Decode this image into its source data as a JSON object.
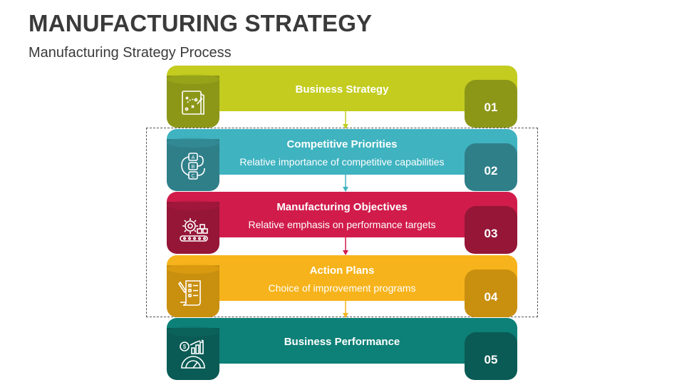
{
  "header": {
    "title": "MANUFACTURING STRATEGY",
    "subtitle": "Manufacturing Strategy Process"
  },
  "steps": [
    {
      "title": "Business Strategy",
      "description": "",
      "number": "01",
      "icon": "strategy-board-icon",
      "colors": {
        "band": "#c3cc1f",
        "block": "#8c9718"
      }
    },
    {
      "title": "Competitive Priorities",
      "description": "Relative importance of competitive capabilities",
      "number": "02",
      "icon": "abc-priority-icon",
      "colors": {
        "band": "#3fb3c0",
        "block": "#2f7f89"
      }
    },
    {
      "title": "Manufacturing Objectives",
      "description": "Relative emphasis on performance targets",
      "number": "03",
      "icon": "gear-conveyor-icon",
      "colors": {
        "band": "#d11c4b",
        "block": "#951637"
      }
    },
    {
      "title": "Action Plans",
      "description": "Choice of improvement programs",
      "number": "04",
      "icon": "checklist-plan-icon",
      "colors": {
        "band": "#f6b31b",
        "block": "#c98f0f"
      }
    },
    {
      "title": "Business Performance",
      "description": "",
      "number": "05",
      "icon": "performance-gauge-icon",
      "colors": {
        "band": "#0d8077",
        "block": "#0a5b55"
      }
    }
  ]
}
